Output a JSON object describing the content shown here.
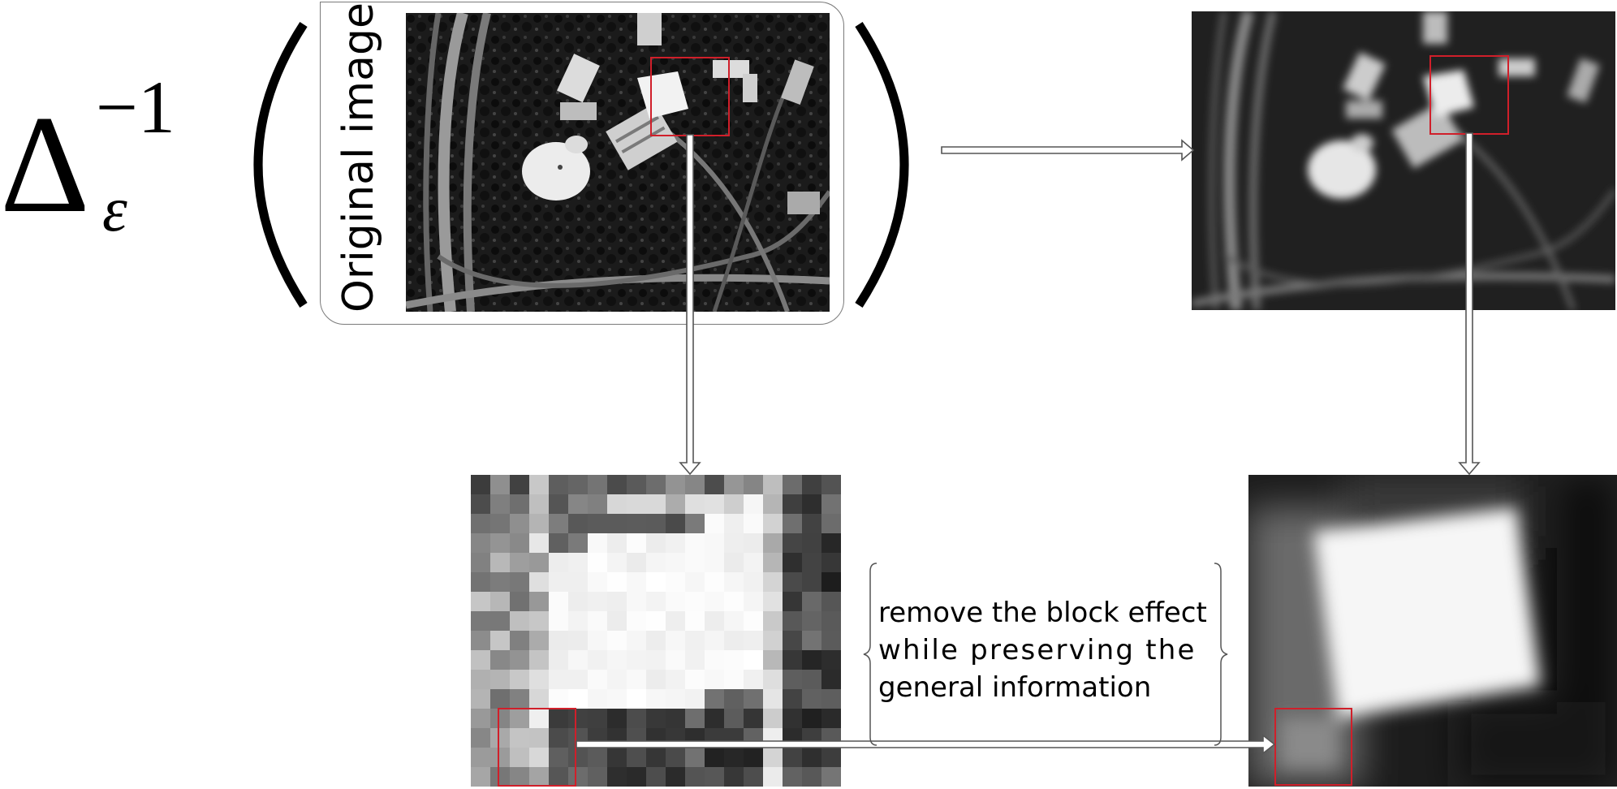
{
  "formula": {
    "base": "Δ",
    "superscript": "−1",
    "subscript": "ε"
  },
  "original_label": "Original image",
  "annotation": {
    "line1": "remove the block effect",
    "line2": "while preserving the",
    "line3": "general information"
  },
  "colors": {
    "highlight_box": "#d01f2a",
    "arrow_stroke": "#555555",
    "paren": "#000000"
  }
}
